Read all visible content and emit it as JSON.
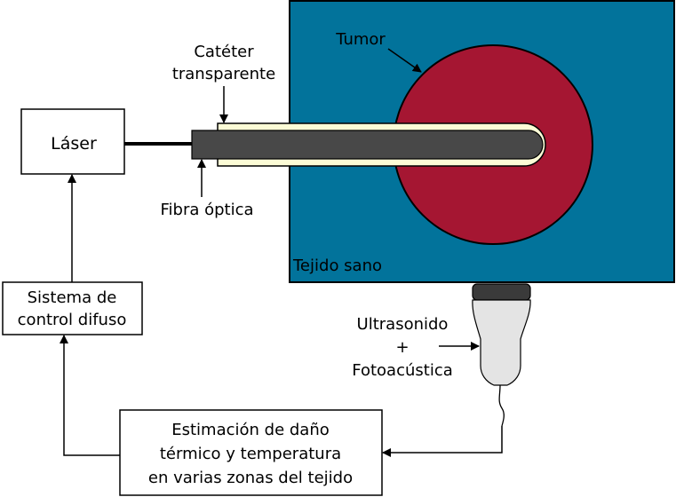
{
  "labels": {
    "laser": "Láser",
    "catheter_line1": "Catéter",
    "catheter_line2": "transparente",
    "tumor": "Tumor",
    "healthy_tissue": "Tejido sano",
    "fiber": "Fibra óptica",
    "fuzzy_line1": "Sistema de",
    "fuzzy_line2": "control difuso",
    "ultrasound_line1": "Ultrasonido",
    "ultrasound_line2": "+",
    "ultrasound_line3": "Fotoacústica",
    "estimation_line1": "Estimación de daño",
    "estimation_line2": "térmico y temperatura",
    "estimation_line3": "en varias zonas del tejido"
  },
  "colors": {
    "tissue": "#02739b",
    "tumor": "#a51632",
    "fiber": "#484848",
    "catheter": "#fcfcd6",
    "probe_body": "#e4e4e4",
    "probe_head": "#3a3a3a"
  }
}
